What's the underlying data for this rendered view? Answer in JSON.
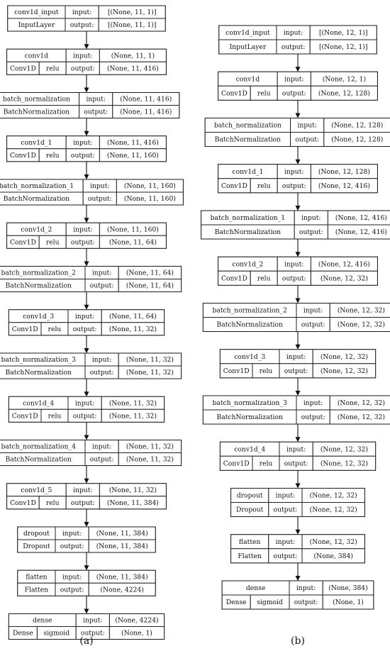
{
  "panels": [
    {
      "caption": "(a)",
      "layers": [
        {
          "name": "conv1d_input",
          "type": "InputLayer",
          "activation": "",
          "input_label": "input:",
          "output_label": "output:",
          "input_shape": "[(None, 11, 1)]",
          "output_shape": "[(None, 11, 1)]"
        },
        {
          "name": "conv1d",
          "type": "Conv1D",
          "activation": "relu",
          "input_label": "input:",
          "output_label": "output:",
          "input_shape": "(None, 11, 1)",
          "output_shape": "(None, 11, 416)"
        },
        {
          "name": "batch_normalization",
          "type": "BatchNormalization",
          "activation": "",
          "input_label": "input:",
          "output_label": "output:",
          "input_shape": "(None, 11, 416)",
          "output_shape": "(None, 11, 416)"
        },
        {
          "name": "conv1d_1",
          "type": "Conv1D",
          "activation": "relu",
          "input_label": "input:",
          "output_label": "output:",
          "input_shape": "(None, 11, 416)",
          "output_shape": "(None, 11, 160)"
        },
        {
          "name": "batch_normalization_1",
          "type": "BatchNormalization",
          "activation": "",
          "input_label": "input:",
          "output_label": "output:",
          "input_shape": "(None, 11, 160)",
          "output_shape": "(None, 11, 160)"
        },
        {
          "name": "conv1d_2",
          "type": "Conv1D",
          "activation": "relu",
          "input_label": "input:",
          "output_label": "output:",
          "input_shape": "(None, 11, 160)",
          "output_shape": "(None, 11, 64)"
        },
        {
          "name": "batch_normalization_2",
          "type": "BatchNormalization",
          "activation": "",
          "input_label": "input:",
          "output_label": "output:",
          "input_shape": "(None, 11, 64)",
          "output_shape": "(None, 11, 64)"
        },
        {
          "name": "conv1d_3",
          "type": "Conv1D",
          "activation": "relu",
          "input_label": "input:",
          "output_label": "output:",
          "input_shape": "(None, 11, 64)",
          "output_shape": "(None, 11, 32)"
        },
        {
          "name": "batch_normalization_3",
          "type": "BatchNormalization",
          "activation": "",
          "input_label": "input:",
          "output_label": "output:",
          "input_shape": "(None, 11, 32)",
          "output_shape": "(None, 11, 32)"
        },
        {
          "name": "conv1d_4",
          "type": "Conv1D",
          "activation": "relu",
          "input_label": "input:",
          "output_label": "output:",
          "input_shape": "(None, 11, 32)",
          "output_shape": "(None, 11, 32)"
        },
        {
          "name": "batch_normalization_4",
          "type": "BatchNormalization",
          "activation": "",
          "input_label": "input:",
          "output_label": "output:",
          "input_shape": "(None, 11, 32)",
          "output_shape": "(None, 11, 32)"
        },
        {
          "name": "conv1d_5",
          "type": "Conv1D",
          "activation": "relu",
          "input_label": "input:",
          "output_label": "output:",
          "input_shape": "(None, 11, 32)",
          "output_shape": "(None, 11, 384)"
        },
        {
          "name": "dropout",
          "type": "Dropout",
          "activation": "",
          "input_label": "input:",
          "output_label": "output:",
          "input_shape": "(None, 11, 384)",
          "output_shape": "(None, 11, 384)"
        },
        {
          "name": "flatten",
          "type": "Flatten",
          "activation": "",
          "input_label": "input:",
          "output_label": "output:",
          "input_shape": "(None, 11, 384)",
          "output_shape": "(None, 4224)"
        },
        {
          "name": "dense",
          "type": "Dense",
          "activation": "sigmoid",
          "input_label": "input:",
          "output_label": "output:",
          "input_shape": "(None, 4224)",
          "output_shape": "(None, 1)"
        }
      ]
    },
    {
      "caption": "(b)",
      "layers": [
        {
          "name": "conv1d_input",
          "type": "InputLayer",
          "activation": "",
          "input_label": "input:",
          "output_label": "output:",
          "input_shape": "[(None, 12, 1)]",
          "output_shape": "[(None, 12, 1)]"
        },
        {
          "name": "conv1d",
          "type": "Conv1D",
          "activation": "relu",
          "input_label": "input:",
          "output_label": "output:",
          "input_shape": "(None, 12, 1)",
          "output_shape": "(None, 12, 128)"
        },
        {
          "name": "batch_normalization",
          "type": "BatchNormalization",
          "activation": "",
          "input_label": "input:",
          "output_label": "output:",
          "input_shape": "(None, 12, 128)",
          "output_shape": "(None, 12, 128)"
        },
        {
          "name": "conv1d_1",
          "type": "Conv1D",
          "activation": "relu",
          "input_label": "input:",
          "output_label": "output:",
          "input_shape": "(None, 12, 128)",
          "output_shape": "(None, 12, 416)"
        },
        {
          "name": "batch_normalization_1",
          "type": "BatchNormalization",
          "activation": "",
          "input_label": "input:",
          "output_label": "output:",
          "input_shape": "(None, 12, 416)",
          "output_shape": "(None, 12, 416)"
        },
        {
          "name": "conv1d_2",
          "type": "Conv1D",
          "activation": "relu",
          "input_label": "input:",
          "output_label": "output:",
          "input_shape": "(None, 12, 416)",
          "output_shape": "(None, 12, 32)"
        },
        {
          "name": "batch_normalization_2",
          "type": "BatchNormalization",
          "activation": "",
          "input_label": "input:",
          "output_label": "output:",
          "input_shape": "(None, 12, 32)",
          "output_shape": "(None, 12, 32)"
        },
        {
          "name": "conv1d_3",
          "type": "Conv1D",
          "activation": "relu",
          "input_label": "input:",
          "output_label": "output:",
          "input_shape": "(None, 12, 32)",
          "output_shape": "(None, 12, 32)"
        },
        {
          "name": "batch_normalization_3",
          "type": "BatchNormalization",
          "activation": "",
          "input_label": "input:",
          "output_label": "output:",
          "input_shape": "(None, 12, 32)",
          "output_shape": "(None, 12, 32)"
        },
        {
          "name": "conv1d_4",
          "type": "Conv1D",
          "activation": "relu",
          "input_label": "input:",
          "output_label": "output:",
          "input_shape": "(None, 12, 32)",
          "output_shape": "(None, 12, 32)"
        },
        {
          "name": "dropout",
          "type": "Dropout",
          "activation": "",
          "input_label": "input:",
          "output_label": "output:",
          "input_shape": "(None, 12, 32)",
          "output_shape": "(None, 12, 32)"
        },
        {
          "name": "flatten",
          "type": "Flatten",
          "activation": "",
          "input_label": "input:",
          "output_label": "output:",
          "input_shape": "(None, 12, 32)",
          "output_shape": "(None, 384)"
        },
        {
          "name": "dense",
          "type": "Dense",
          "activation": "sigmoid",
          "input_label": "input:",
          "output_label": "output:",
          "input_shape": "(None, 384)",
          "output_shape": "(None, 1)"
        }
      ]
    }
  ]
}
